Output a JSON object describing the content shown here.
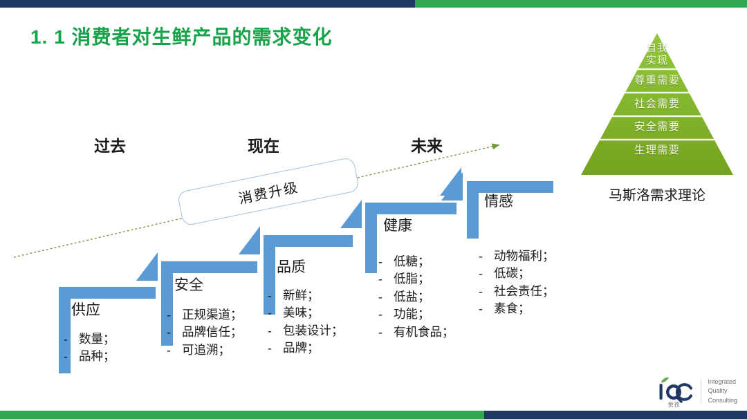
{
  "theme": {
    "title_green": "#17a34a",
    "bar_navy": "#1f3864",
    "bar_green": "#33a850",
    "step_blue": "#5b9bd5",
    "pyramid_green_top": "#8cc63f",
    "pyramid_green_bottom": "#77a722",
    "arrow_olive": "#8a8f4a"
  },
  "header": {
    "title": "1. 1 消费者对生鲜产品的需求变化"
  },
  "timeline": {
    "past": "过去",
    "present": "现在",
    "future": "未来",
    "upgrade_banner": "消费升级"
  },
  "steps": [
    {
      "title": "供应",
      "bullets": [
        "数量；",
        "品种；"
      ]
    },
    {
      "title": "安全",
      "bullets": [
        "正规渠道；",
        "品牌信任；",
        "可追溯；"
      ]
    },
    {
      "title": "品质",
      "bullets": [
        "新鲜；",
        "美味；",
        "包装设计；",
        "品牌；"
      ]
    },
    {
      "title": "健康",
      "bullets": [
        "低糖；",
        "低脂；",
        "低盐；",
        "功能；",
        "有机食品；"
      ]
    },
    {
      "title": "情感",
      "bullets": [
        "动物福利；",
        "低碳；",
        "社会责任；",
        "素食；"
      ]
    }
  ],
  "bullet_dash": "-",
  "pyramid": {
    "caption": "马斯洛需求理论",
    "levels": [
      {
        "line1": "自我",
        "line2": "实现"
      },
      {
        "line1": "尊重需要"
      },
      {
        "line1": "社会需要"
      },
      {
        "line1": "安全需要"
      },
      {
        "line1": "生理需要"
      }
    ]
  },
  "logo": {
    "mark": "iQC",
    "chinese": "悦孜",
    "line1": "Integrated",
    "line2": "Quality",
    "line3": "Consulting"
  }
}
